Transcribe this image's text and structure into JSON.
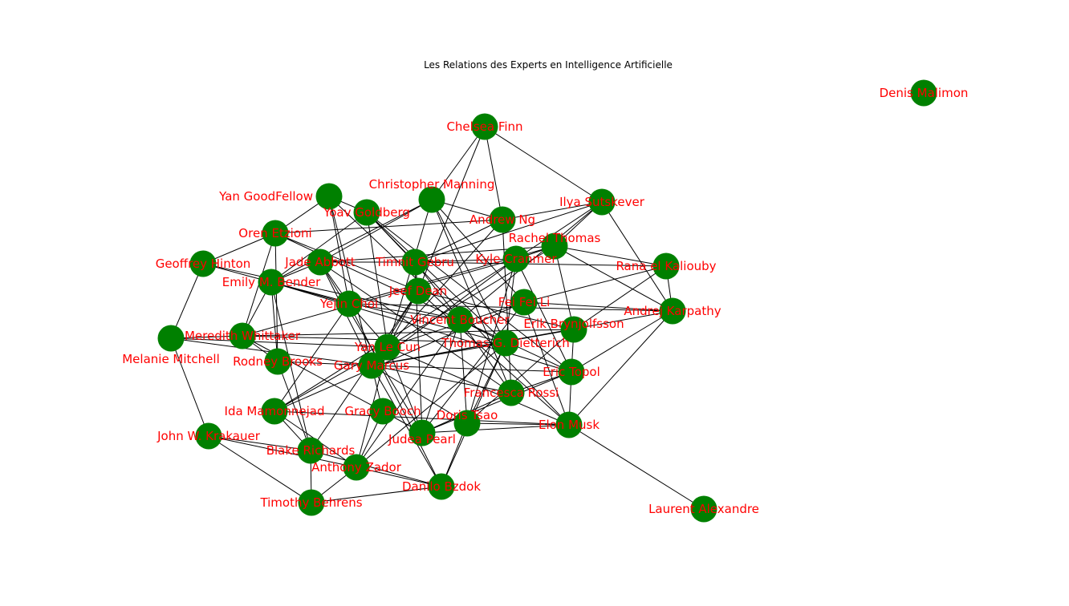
{
  "title": "Les Relations des Experts en Intelligence Artificielle",
  "colors": {
    "node": "#008000",
    "label": "#ff0000",
    "edge": "#000000"
  },
  "nodes": [
    "Chelsea Finn",
    "Denis Malimon",
    "Yan GoodFellow",
    "Yoav Goldberg",
    "Christopher Manning",
    "Andrew Ng",
    "Ilya Sutskever",
    "Oren Etzioni",
    "Rachel Thomas",
    "Kyle Cranmer",
    "Geoffrey Hinton",
    "Jade Abbott",
    "Timnit Gebru",
    "Rana el Kaliouby",
    "Emily M. Bender",
    "Jeef Dean",
    "Yejin Choi",
    "Fei Fei Li",
    "Andrej Karpathy",
    "Vincent Boucher",
    "Melanie Mitchell",
    "Meredith Whittaker",
    "Erik Brynjolfsson",
    "Thomas G. Dietterich",
    "Yan Le Cun",
    "Rodney Brooks",
    "Gary Marcus",
    "Eric Topol",
    "Francesca Rossi",
    "Ida Mamonnejad",
    "Gracy Booch",
    "Doris Tsao",
    "Elon Musk",
    "Judea Pearl",
    "John W. Krakauer",
    "Blake Richards",
    "Anthony Zador",
    "Danilo Bzdok",
    "Timothy Behrens",
    "Laurent Alexandre"
  ],
  "edges": [
    [
      0,
      5
    ],
    [
      0,
      6
    ],
    [
      0,
      4
    ],
    [
      0,
      15
    ],
    [
      6,
      5
    ],
    [
      6,
      18
    ],
    [
      6,
      9
    ],
    [
      6,
      8
    ],
    [
      6,
      19
    ],
    [
      6,
      12
    ],
    [
      5,
      4
    ],
    [
      5,
      7
    ],
    [
      5,
      24
    ],
    [
      5,
      28
    ],
    [
      5,
      12
    ],
    [
      7,
      2
    ],
    [
      7,
      10
    ],
    [
      7,
      25
    ],
    [
      7,
      15
    ],
    [
      7,
      21
    ],
    [
      7,
      19
    ],
    [
      2,
      3
    ],
    [
      2,
      26
    ],
    [
      2,
      19
    ],
    [
      2,
      16
    ],
    [
      3,
      12
    ],
    [
      3,
      23
    ],
    [
      3,
      27
    ],
    [
      3,
      24
    ],
    [
      3,
      14
    ],
    [
      3,
      32
    ],
    [
      4,
      11
    ],
    [
      4,
      23
    ],
    [
      4,
      17
    ],
    [
      4,
      24
    ],
    [
      4,
      14
    ],
    [
      4,
      28
    ],
    [
      8,
      9
    ],
    [
      8,
      13
    ],
    [
      8,
      18
    ],
    [
      8,
      22
    ],
    [
      8,
      16
    ],
    [
      8,
      24
    ],
    [
      8,
      11
    ],
    [
      9,
      12
    ],
    [
      9,
      23
    ],
    [
      9,
      26
    ],
    [
      9,
      21
    ],
    [
      9,
      29
    ],
    [
      9,
      27
    ],
    [
      9,
      31
    ],
    [
      10,
      14
    ],
    [
      10,
      19
    ],
    [
      10,
      20
    ],
    [
      11,
      12
    ],
    [
      11,
      14
    ],
    [
      11,
      16
    ],
    [
      11,
      26
    ],
    [
      11,
      33
    ],
    [
      11,
      28
    ],
    [
      12,
      15
    ],
    [
      12,
      33
    ],
    [
      12,
      19
    ],
    [
      12,
      13
    ],
    [
      13,
      17
    ],
    [
      13,
      22
    ],
    [
      13,
      18
    ],
    [
      14,
      25
    ],
    [
      14,
      23
    ],
    [
      14,
      16
    ],
    [
      14,
      27
    ],
    [
      14,
      35
    ],
    [
      14,
      21
    ],
    [
      15,
      32
    ],
    [
      15,
      24
    ],
    [
      15,
      26
    ],
    [
      15,
      35
    ],
    [
      15,
      22
    ],
    [
      16,
      19
    ],
    [
      16,
      24
    ],
    [
      16,
      37
    ],
    [
      16,
      18
    ],
    [
      16,
      29
    ],
    [
      17,
      24
    ],
    [
      17,
      29
    ],
    [
      17,
      18
    ],
    [
      17,
      33
    ],
    [
      17,
      32
    ],
    [
      18,
      27
    ],
    [
      18,
      32
    ],
    [
      18,
      26
    ],
    [
      19,
      23
    ],
    [
      19,
      31
    ],
    [
      19,
      33
    ],
    [
      19,
      28
    ],
    [
      19,
      27
    ],
    [
      19,
      36
    ],
    [
      20,
      34
    ],
    [
      20,
      21
    ],
    [
      20,
      24
    ],
    [
      20,
      26
    ],
    [
      21,
      25
    ],
    [
      21,
      23
    ],
    [
      21,
      30
    ],
    [
      21,
      22
    ],
    [
      22,
      27
    ],
    [
      22,
      26
    ],
    [
      22,
      31
    ],
    [
      23,
      26
    ],
    [
      23,
      37
    ],
    [
      23,
      36
    ],
    [
      23,
      31
    ],
    [
      24,
      26
    ],
    [
      24,
      29
    ],
    [
      24,
      33
    ],
    [
      24,
      36
    ],
    [
      24,
      32
    ],
    [
      25,
      26
    ],
    [
      25,
      35
    ],
    [
      26,
      30
    ],
    [
      26,
      27
    ],
    [
      26,
      37
    ],
    [
      26,
      31
    ],
    [
      27,
      32
    ],
    [
      27,
      28
    ],
    [
      27,
      33
    ],
    [
      28,
      33
    ],
    [
      28,
      26
    ],
    [
      29,
      35
    ],
    [
      29,
      36
    ],
    [
      29,
      32
    ],
    [
      30,
      33
    ],
    [
      30,
      36
    ],
    [
      31,
      37
    ],
    [
      31,
      32
    ],
    [
      32,
      39
    ],
    [
      32,
      33
    ],
    [
      34,
      35
    ],
    [
      34,
      36
    ],
    [
      34,
      38
    ],
    [
      35,
      38
    ],
    [
      35,
      37
    ],
    [
      36,
      37
    ],
    [
      36,
      38
    ],
    [
      38,
      37
    ]
  ]
}
